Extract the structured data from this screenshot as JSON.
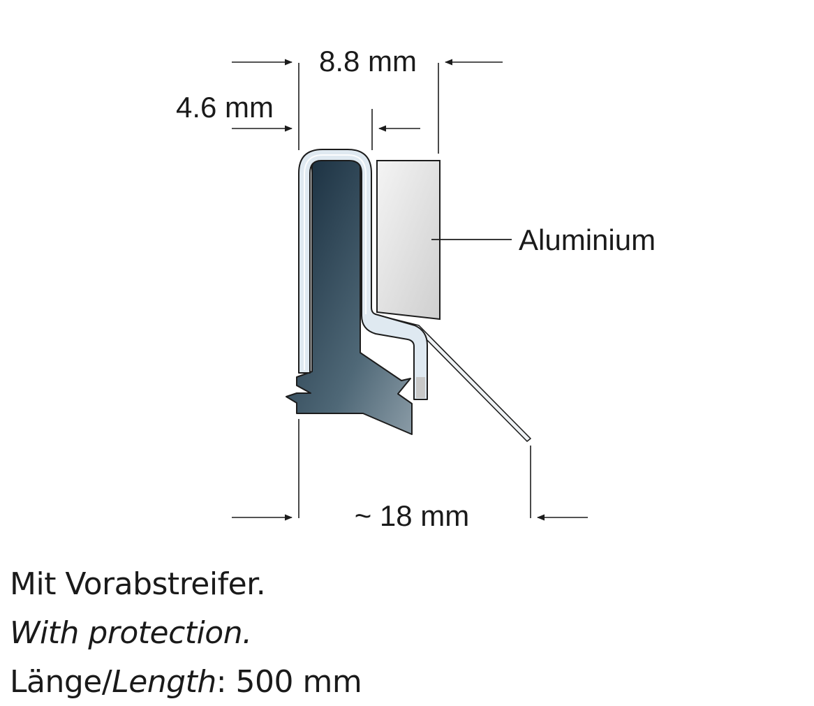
{
  "diagram": {
    "dim_top_overall": "8.8 mm",
    "dim_top_inner": "4.6 mm",
    "dim_bottom": "~ 18 mm",
    "material_label": "Aluminium",
    "colors": {
      "seal_dark": "#14293a",
      "seal_light": "#8a9ba6",
      "aluminium_light": "#f4f4f4",
      "aluminium_dark": "#cfcfcf",
      "clip_blue": "#dfe9f1",
      "outline": "#1c1c1c"
    }
  },
  "caption": {
    "line1": "Mit Vorabstreifer.",
    "line2": "With protection.",
    "line3_prefix": "Länge/",
    "line3_italic": "Length",
    "line3_suffix": ": 500 mm"
  }
}
